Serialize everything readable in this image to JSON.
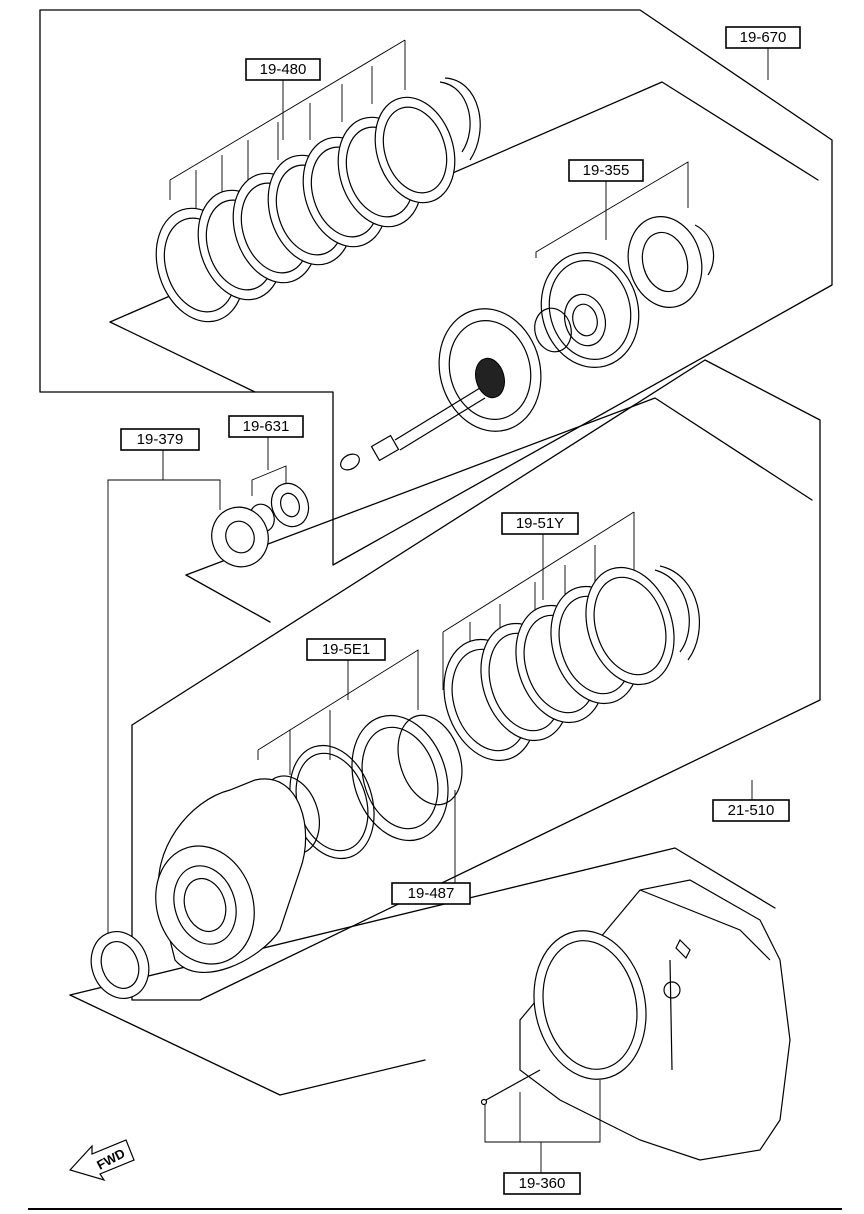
{
  "callouts": [
    {
      "id": "c-19-480",
      "code": "19-480"
    },
    {
      "id": "c-19-670",
      "code": "19-670"
    },
    {
      "id": "c-19-355",
      "code": "19-355"
    },
    {
      "id": "c-19-631",
      "code": "19-631"
    },
    {
      "id": "c-19-379",
      "code": "19-379"
    },
    {
      "id": "c-19-51Y",
      "code": "19-51Y"
    },
    {
      "id": "c-19-5E1",
      "code": "19-5E1"
    },
    {
      "id": "c-21-510",
      "code": "21-510"
    },
    {
      "id": "c-19-487",
      "code": "19-487"
    },
    {
      "id": "c-19-360",
      "code": "19-360"
    }
  ],
  "direction": {
    "label": "FWD",
    "icon": "fwd-arrow-icon"
  }
}
